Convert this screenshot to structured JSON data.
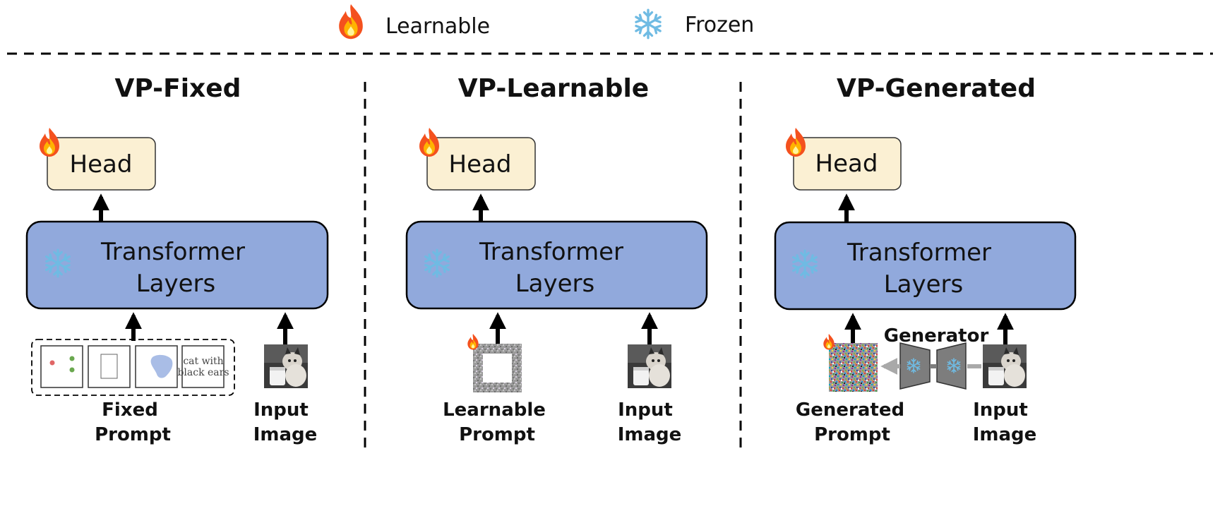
{
  "legend": {
    "learnable_label": "Learnable",
    "frozen_label": "Frozen",
    "learnable_icon": "fire-icon",
    "frozen_icon": "snowflake-icon"
  },
  "colors": {
    "head_fill": "#fbf0d3",
    "transformer_fill": "#91a9dc",
    "arrow": "#000000",
    "generator_arrow": "#a9a9a9",
    "generator_fill": "#7d7d7d"
  },
  "panels": [
    {
      "title": "VP-Fixed",
      "head_label": "Head",
      "transformer_line1": "Transformer",
      "transformer_line2": "Layers",
      "prompt_caption_line1": "Fixed",
      "prompt_caption_line2": "Prompt",
      "image_caption_line1": "Input",
      "image_caption_line2": "Image",
      "fixed_prompt_text_line1": "cat with",
      "fixed_prompt_text_line2": "black ears"
    },
    {
      "title": "VP-Learnable",
      "head_label": "Head",
      "transformer_line1": "Transformer",
      "transformer_line2": "Layers",
      "prompt_caption_line1": "Learnable",
      "prompt_caption_line2": "Prompt",
      "image_caption_line1": "Input",
      "image_caption_line2": "Image"
    },
    {
      "title": "VP-Generated",
      "head_label": "Head",
      "transformer_line1": "Transformer",
      "transformer_line2": "Layers",
      "prompt_caption_line1": "Generated",
      "prompt_caption_line2": "Prompt",
      "image_caption_line1": "Input",
      "image_caption_line2": "Image",
      "generator_label": "Generator"
    }
  ]
}
